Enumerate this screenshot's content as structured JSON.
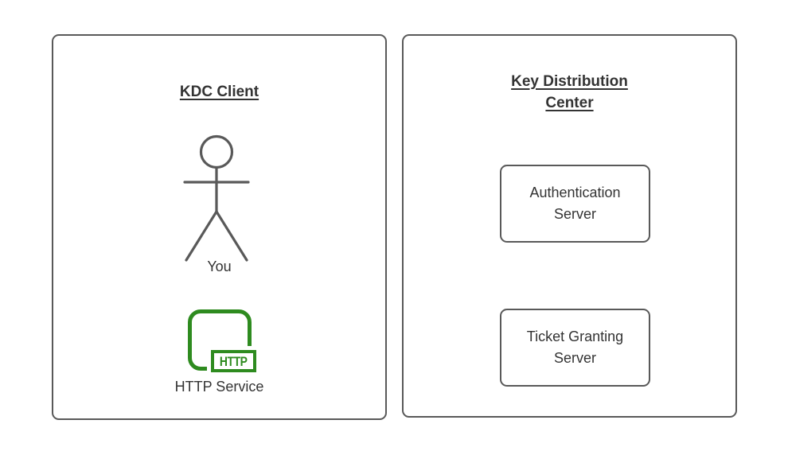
{
  "diagram": {
    "background_color": "#ffffff",
    "border_color": "#595959",
    "text_color": "#333333",
    "accent_green": "#2e8b1f",
    "client_panel": {
      "title": "KDC Client",
      "person_label": "You",
      "http_badge_label": "HTTP",
      "service_label": "HTTP Service"
    },
    "kdc_panel": {
      "title": "Key Distribution Center",
      "nodes": [
        {
          "label": "Authentication Server"
        },
        {
          "label": "Ticket Granting Server"
        }
      ]
    }
  }
}
